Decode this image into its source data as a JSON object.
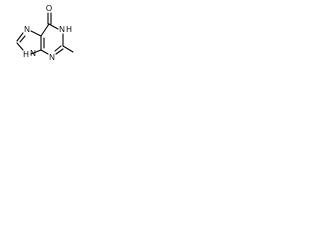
{
  "molecule": {
    "atoms": {
      "o_carbonyl": "O",
      "n1": "N",
      "h1": "H",
      "n3": "N",
      "n7": "N",
      "n9": "N",
      "h9": "H"
    }
  },
  "colors": {
    "bond": "#000000",
    "label": "#000000",
    "background": "#ffffff"
  }
}
